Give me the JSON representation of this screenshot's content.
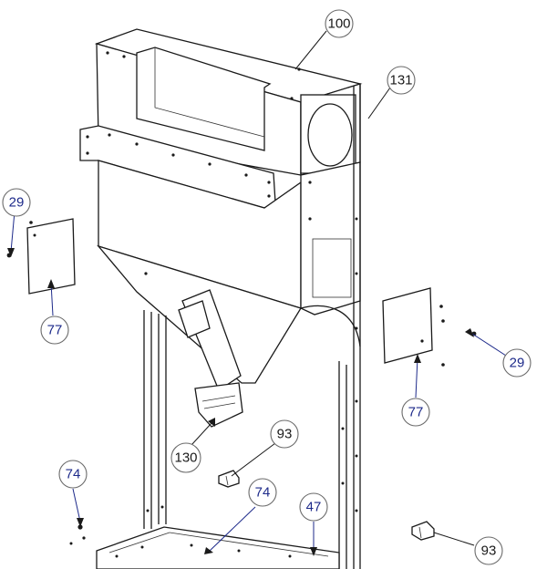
{
  "diagram": {
    "callouts": [
      {
        "id": "c100",
        "label": "100",
        "color": "#1a1a1a"
      },
      {
        "id": "c131",
        "label": "131",
        "color": "#1a1a1a"
      },
      {
        "id": "c29a",
        "label": "29",
        "color": "#1d2a8a"
      },
      {
        "id": "c77a",
        "label": "77",
        "color": "#1d2a8a"
      },
      {
        "id": "c29b",
        "label": "29",
        "color": "#1d2a8a"
      },
      {
        "id": "c77b",
        "label": "77",
        "color": "#1d2a8a"
      },
      {
        "id": "c130",
        "label": "130",
        "color": "#1a1a1a"
      },
      {
        "id": "c93a",
        "label": "93",
        "color": "#1a1a1a"
      },
      {
        "id": "c74a",
        "label": "74",
        "color": "#1d2a8a"
      },
      {
        "id": "c74b",
        "label": "74",
        "color": "#1d2a8a"
      },
      {
        "id": "c47",
        "label": "47",
        "color": "#1d2a8a"
      },
      {
        "id": "c93b",
        "label": "93",
        "color": "#1a1a1a"
      }
    ]
  }
}
